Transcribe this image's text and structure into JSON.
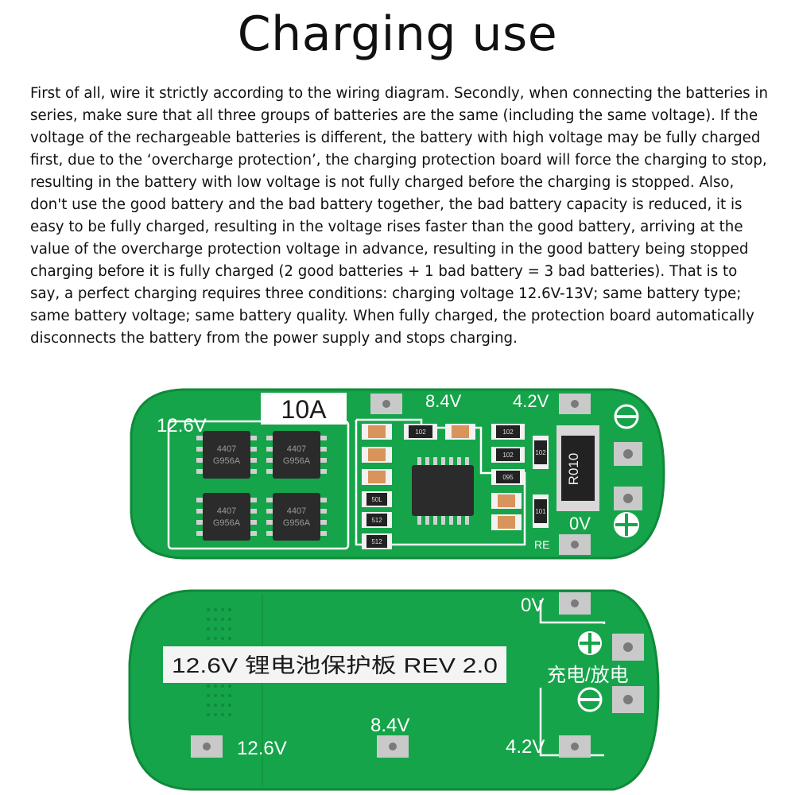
{
  "heading": "Charging use",
  "paragraph": "First of all, wire it strictly according to the wiring diagram. Secondly, when connecting the batteries in series, make sure that all three groups of batteries are the same (including the same voltage). If the voltage of the rechargeable batteries is different, the battery with high voltage may be fully charged first, due to the ‘overcharge protection’, the charging protection board will force the charging to stop, resulting in the battery with low voltage is not fully charged before the charging is stopped. Also, don't use the good battery and the bad battery together, the bad battery capacity is reduced, it is easy to be fully charged, resulting in the voltage rises faster than the good battery, arriving at the value of the overcharge protection voltage in advance, resulting in the good battery being stopped charging before it is fully charged (2 good batteries + 1 bad battery = 3 bad batteries). That is to say, a perfect charging requires three conditions: charging voltage 12.6V-13V; same battery type; same battery voltage; same battery quality. When fully charged, the protection board automatically disconnects the battery from the power supply and stops charging.",
  "colors": {
    "pcb": "#16a44a",
    "pcb_edge": "#0f8a3a",
    "pad": "#c9c9c9",
    "chip": "#2b2b2b"
  },
  "board_top": {
    "current_label": "10A",
    "v_12_6": "12.6V",
    "v_8_4": "8.4V",
    "v_4_2": "4.2V",
    "v_0": "0V",
    "re": "RE",
    "resistor_code": "R010",
    "chip_a": "4407",
    "chip_b": "G956A",
    "smd_codes": [
      "102",
      "102",
      "102",
      "095",
      "50L",
      "512",
      "512",
      "102",
      "101"
    ]
  },
  "board_bottom": {
    "label": "12.6V 锂电池保护板 REV 2.0",
    "v_0": "0V",
    "v_8_4": "8.4V",
    "v_4_2": "4.2V",
    "v_12_6": "12.6V",
    "charge_discharge": "充电/放电"
  }
}
